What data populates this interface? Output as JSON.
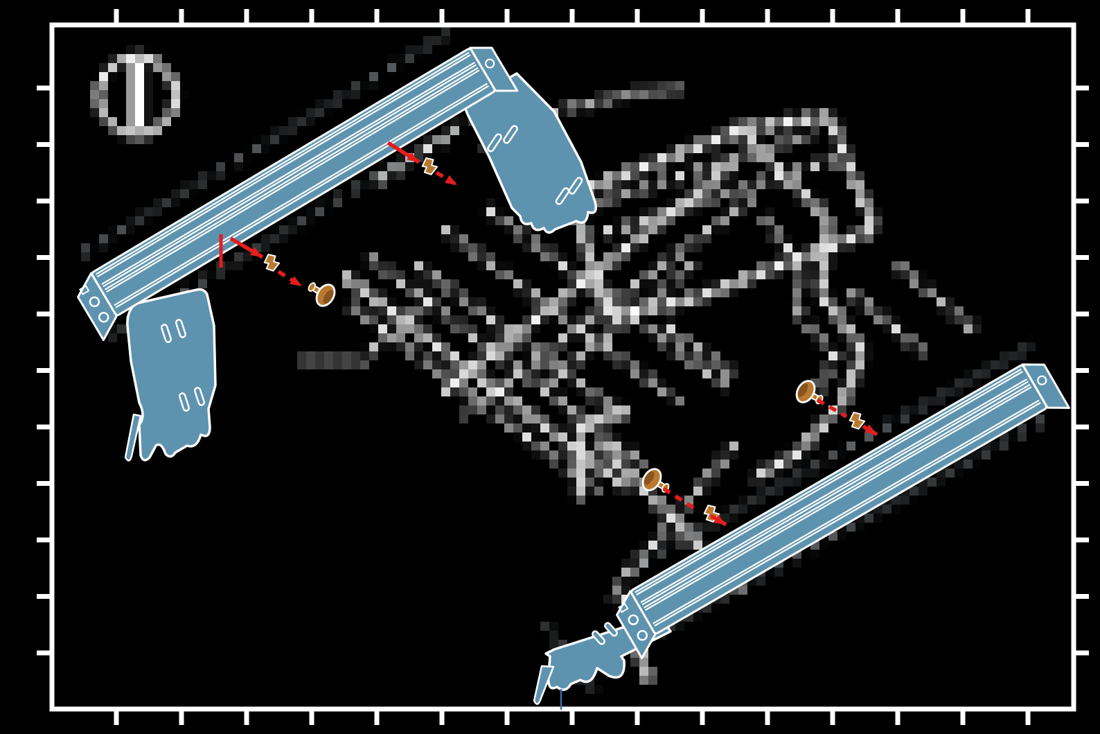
{
  "page": {
    "kind": "assembly-instruction-diagram",
    "background": "#000000"
  },
  "step": {
    "number": "1"
  },
  "palette": {
    "line": "#ffffff",
    "part_blue": "#5e93af",
    "leader_blue": "#3b6fae",
    "halo_gray": "#8e9499",
    "fastener_tan": "#b9792e",
    "fastener_shadow": "#8a5420",
    "arrow_red": "#e51d1d",
    "border": "#ffffff"
  },
  "border": {
    "horizontal_ticks": 15,
    "vertical_ticks": 11
  },
  "parts": [
    {
      "id": "top-rail",
      "kind": "aluminum-extrusion"
    },
    {
      "id": "top-rail-left-bracket",
      "kind": "support-bracket"
    },
    {
      "id": "top-rail-right-bracket",
      "kind": "support-bracket"
    },
    {
      "id": "bottom-rail",
      "kind": "aluminum-extrusion"
    },
    {
      "id": "bottom-rail-bracket",
      "kind": "support-bracket"
    },
    {
      "id": "machine-body",
      "kind": "frame-line-art"
    }
  ],
  "fastener_groups": [
    {
      "id": "group-top-left",
      "screw": true,
      "t_nut": true,
      "guide_mark": true
    },
    {
      "id": "group-top-right",
      "screw": false,
      "t_nut": true,
      "guide_mark": false
    },
    {
      "id": "group-bottom-left",
      "screw": true,
      "t_nut": true,
      "guide_mark": false
    },
    {
      "id": "group-bottom-right",
      "screw": true,
      "t_nut": true,
      "guide_mark": false
    }
  ]
}
